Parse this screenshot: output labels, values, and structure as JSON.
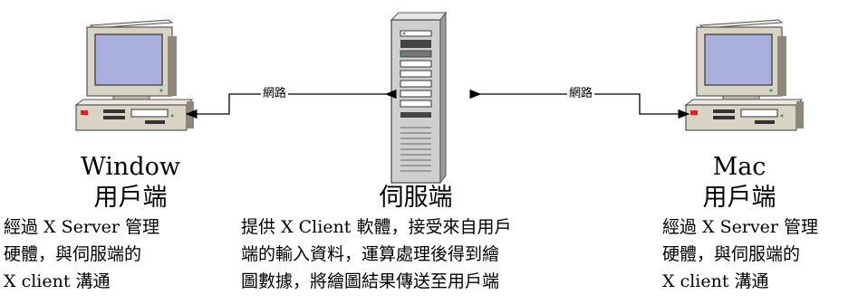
{
  "connections": [
    {
      "label": "網路"
    },
    {
      "label": "網路"
    }
  ],
  "nodes": {
    "left": {
      "title_lines": [
        "Window",
        "用戶端"
      ],
      "desc_lines": [
        "經過 X Server 管理",
        "硬體，與伺服端的",
        "X client 溝通"
      ]
    },
    "center": {
      "title_lines": [
        "伺服端"
      ],
      "desc_lines": [
        "提供 X Client 軟體，接受來自用戶",
        "端的輸入資料，運算處理後得到繪",
        "圖數據，將繪圖結果傳送至用戶端"
      ]
    },
    "right": {
      "title_lines": [
        "Mac",
        "用戶端"
      ],
      "desc_lines": [
        "經過 X Server 管理",
        "硬體，與伺服端的",
        "X client 溝通"
      ]
    }
  },
  "colors": {
    "beige": "#d9d3c4",
    "beige_dark": "#8f887a",
    "screen": "#a9b0de",
    "power_red": "#d8222a",
    "led_green": "#2fa84f",
    "tower_gray": "#cfcfcf"
  }
}
